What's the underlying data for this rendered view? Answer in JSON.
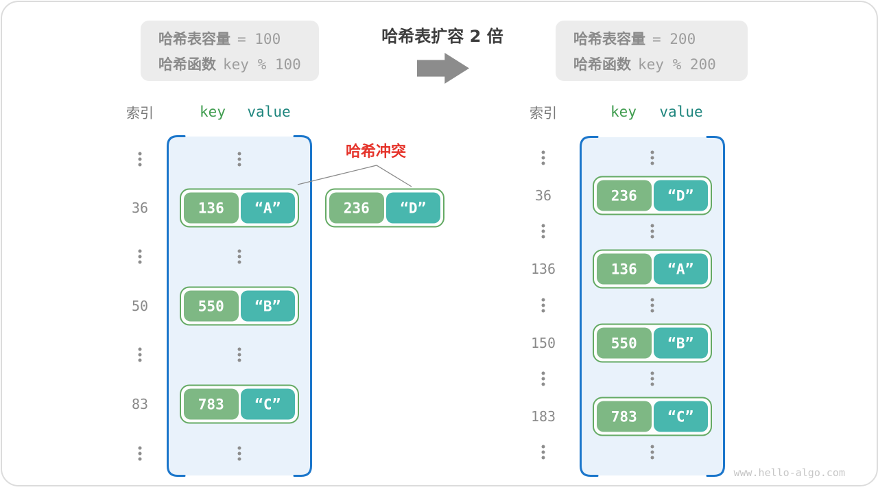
{
  "page": {
    "watermark": "www.hello-algo.com"
  },
  "colors": {
    "accent_blue": "#1b76cb",
    "container_fill": "#e9f2fb",
    "key_green": "#7eb884",
    "value_teal": "#48b7ae",
    "pair_border": "#64aa64",
    "collision_red": "#e5332a",
    "gray_text": "#8a8a8a"
  },
  "header": {
    "title": "哈希表扩容 2 倍",
    "arrow_icon": "right-arrow",
    "before_box": {
      "lines": [
        {
          "label": "哈希表容量",
          "value": "= 100"
        },
        {
          "label": "哈希函数",
          "value": "key % 100"
        }
      ]
    },
    "after_box": {
      "lines": [
        {
          "label": "哈希表容量",
          "value": "= 200"
        },
        {
          "label": "哈希函数",
          "value": "key % 200"
        }
      ]
    }
  },
  "collision": {
    "label": "哈希冲突",
    "pair": {
      "key": "236",
      "value": "“D”"
    }
  },
  "left_table": {
    "index_header": "索引",
    "key_header": "key",
    "value_header": "value",
    "rows": [
      {
        "index": "⋮",
        "content": "⋮"
      },
      {
        "index": "36",
        "key": "136",
        "value": "“A”"
      },
      {
        "index": "⋮",
        "content": "⋮"
      },
      {
        "index": "50",
        "key": "550",
        "value": "“B”"
      },
      {
        "index": "⋮",
        "content": "⋮"
      },
      {
        "index": "83",
        "key": "783",
        "value": "“C”"
      },
      {
        "index": "⋮",
        "content": "⋮"
      }
    ]
  },
  "right_table": {
    "index_header": "索引",
    "key_header": "key",
    "value_header": "value",
    "rows": [
      {
        "index": "⋮",
        "content": "⋮"
      },
      {
        "index": "36",
        "key": "236",
        "value": "“D”"
      },
      {
        "index": "⋮",
        "content": "⋮"
      },
      {
        "index": "136",
        "key": "136",
        "value": "“A”"
      },
      {
        "index": "⋮",
        "content": "⋮"
      },
      {
        "index": "150",
        "key": "550",
        "value": "“B”"
      },
      {
        "index": "⋮",
        "content": "⋮"
      },
      {
        "index": "183",
        "key": "783",
        "value": "“C”"
      },
      {
        "index": "⋮",
        "content": "⋮"
      }
    ]
  }
}
